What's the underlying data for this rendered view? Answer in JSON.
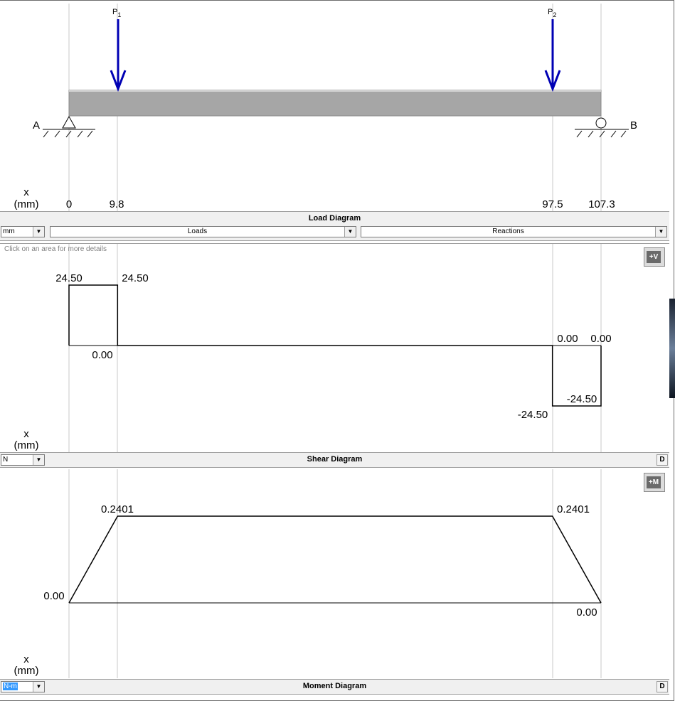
{
  "colors": {
    "beam": "#a6a6a6",
    "load_arrow": "#0000b4",
    "panel_bar": "#f0f0f0"
  },
  "load_diagram": {
    "title": "Load Diagram",
    "point_labels": {
      "left": "A",
      "right": "B"
    },
    "loads": [
      {
        "name": "P",
        "sub": "1",
        "x": 9.8
      },
      {
        "name": "P",
        "sub": "2",
        "x": 97.5
      }
    ],
    "axis": {
      "label": "x",
      "unit": "(mm)",
      "ticks": [
        "0",
        "9.8",
        "97.5",
        "107.3"
      ]
    },
    "units_combo": "mm",
    "loads_combo": "Loads",
    "reactions_combo": "Reactions"
  },
  "shear_diagram": {
    "title": "Shear Diagram",
    "hint": "Click on an area for more details",
    "sign_button": "+V",
    "axis": {
      "label": "x",
      "unit": "(mm)"
    },
    "units_combo": "N",
    "d_button": "D",
    "labels": [
      "24.50",
      "24.50",
      "0.00",
      "0.00",
      "0.00",
      "-24.50",
      "-24.50"
    ]
  },
  "moment_diagram": {
    "title": "Moment Diagram",
    "sign_button": "+M",
    "axis": {
      "label": "x",
      "unit": "(mm)"
    },
    "units_combo": "N-m",
    "d_button": "D",
    "labels": [
      "0.2401",
      "0.2401",
      "0.00",
      "0.00"
    ]
  },
  "chart_data": [
    {
      "type": "line",
      "title": "Shear Diagram",
      "xlabel": "x (mm)",
      "ylabel": "",
      "x": [
        0,
        0,
        9.8,
        9.8,
        97.5,
        97.5,
        107.3,
        107.3
      ],
      "y": [
        0,
        24.5,
        24.5,
        0,
        0,
        -24.5,
        -24.5,
        0
      ],
      "xlim": [
        0,
        107.3
      ],
      "ylim": [
        -24.5,
        24.5
      ]
    },
    {
      "type": "line",
      "title": "Moment Diagram",
      "xlabel": "x (mm)",
      "ylabel": "",
      "x": [
        0,
        9.8,
        97.5,
        107.3
      ],
      "y": [
        0,
        0.2401,
        0.2401,
        0
      ],
      "xlim": [
        0,
        107.3
      ],
      "ylim": [
        0,
        0.2401
      ]
    }
  ]
}
